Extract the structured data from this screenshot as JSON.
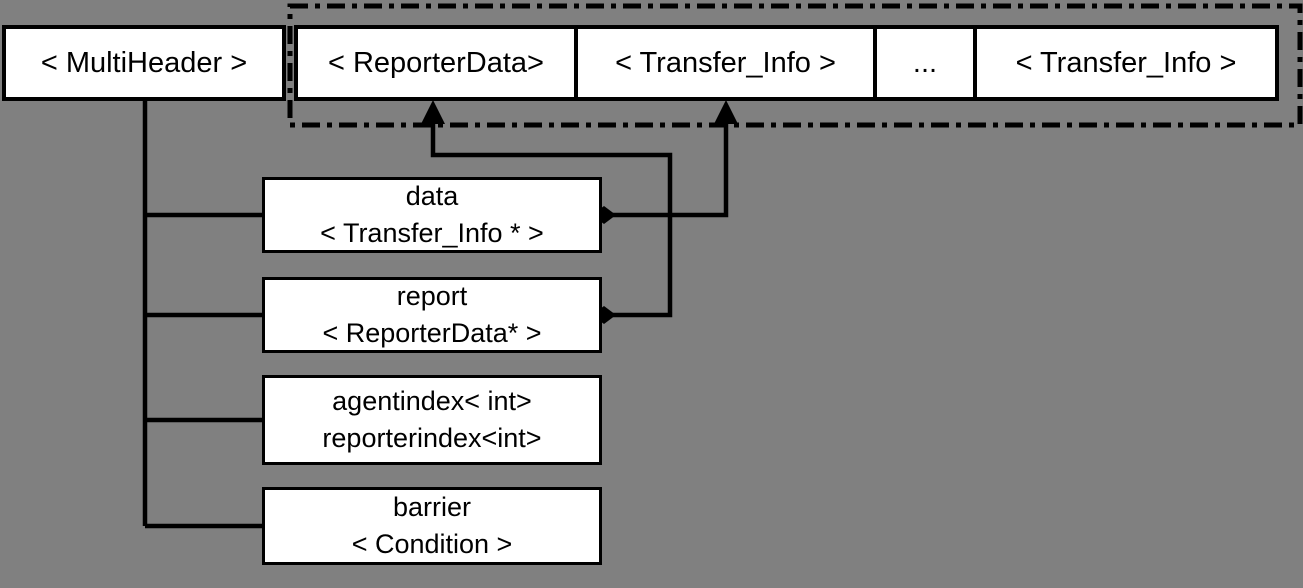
{
  "colors": {
    "background": "#808080",
    "box_fill": "#ffffff",
    "line": "#000000",
    "text": "#000000"
  },
  "top_row": {
    "boxes": [
      {
        "label": "< MultiHeader >"
      },
      {
        "label": "< ReporterData>"
      },
      {
        "label": "< Transfer_Info >"
      },
      {
        "label": "..."
      },
      {
        "label": "< Transfer_Info >"
      }
    ]
  },
  "members": [
    {
      "name": "data",
      "type": "< Transfer_Info * >"
    },
    {
      "name": "report",
      "type": "< ReporterData* >"
    },
    {
      "name": "agentindex< int>",
      "type": "reporterindex<int>"
    },
    {
      "name": "barrier",
      "type": "< Condition >"
    }
  ]
}
